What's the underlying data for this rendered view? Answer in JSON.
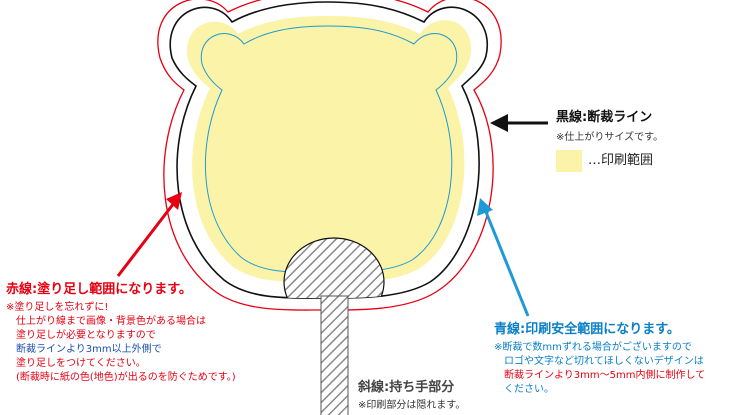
{
  "colors": {
    "trim_line": "#111111",
    "bleed_line": "#e60012",
    "safe_line": "#1e9ad6",
    "print_fill": "#fbf3a8",
    "handle_hatch": "#777777",
    "blue_text": "#0a7fc8",
    "red_text": "#e60012"
  },
  "trim_label": {
    "title": "黒線:断裁ライン",
    "note": "※仕上がりサイズです。"
  },
  "print_area_legend": {
    "label": "…印刷範囲"
  },
  "bleed_label": {
    "title": "赤線:塗り足し範囲になります。",
    "notes": [
      "※塗り足しを忘れずに!",
      "　仕上がり線まで画像・背景色がある場合は",
      "　塗り足しが必要となりますので",
      "　断裁ラインより3mm以上外側で",
      "　塗り足しをつけてください。",
      "　(断裁時に紙の色(地色)が出るのを防ぐためです。)"
    ]
  },
  "safe_label": {
    "title": "青線:印刷安全範囲になります。",
    "notes": [
      "※断裁で数mmずれる場合がございますので",
      "　ロゴや文字など切れてほしくないデザインは",
      "　断裁ラインより3mm〜5mm内側に制作してください。"
    ],
    "notes_wrapped": [
      "※断裁で数mmずれる場合がございますので",
      "　ロゴや文字など切れてほしくないデザインは",
      "　断裁ラインより3mm〜5mm内側に制作して",
      "　ください。"
    ]
  },
  "handle_label": {
    "title": "斜線:持ち手部分",
    "note": "※印刷部分は隠れます。"
  }
}
